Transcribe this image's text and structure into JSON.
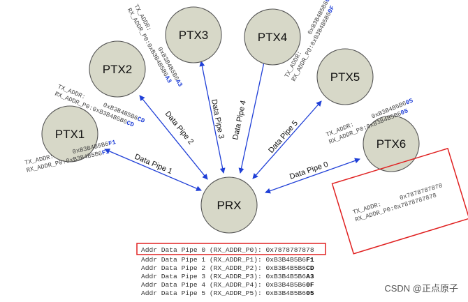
{
  "nodes": {
    "prx": "PRX",
    "ptx1": "PTX1",
    "ptx2": "PTX2",
    "ptx3": "PTX3",
    "ptx4": "PTX4",
    "ptx5": "PTX5",
    "ptx6": "PTX6"
  },
  "pipes": {
    "p0": "Data Pipe 0",
    "p1": "Data Pipe 1",
    "p2": "Data Pipe 2",
    "p3": "Data Pipe 3",
    "p4": "Data Pipe 4",
    "p5": "Data Pipe 5"
  },
  "addresses": {
    "tx_label": "TX_ADDR:",
    "rx_label": "RX_ADDR_P0:",
    "base": "0xB3B4B5B6",
    "ptx1_tx": "0xB3B4B5B6",
    "ptx1_tx_suffix": "F1",
    "ptx1_rx": "0xB3B4B5B6",
    "ptx1_rx_suffix": "F1",
    "ptx2_tx_suffix": "CD",
    "ptx2_rx_suffix": "CD",
    "ptx3_tx_suffix": "A3",
    "ptx3_rx_suffix": "A3",
    "ptx4_tx_suffix": "0F",
    "ptx4_rx_suffix": "0F",
    "ptx5_tx_suffix": "05",
    "ptx5_rx_suffix": "05",
    "ptx6_tx": "0x7878787878",
    "ptx6_rx": "0x7878787878"
  },
  "table": {
    "rows": [
      {
        "label": "Addr Data Pipe 0 (RX_ADDR_P0):",
        "value": "0x7878787878",
        "suffix": ""
      },
      {
        "label": "Addr Data Pipe 1 (RX_ADDR_P1):",
        "value": "0xB3B4B5B6",
        "suffix": "F1"
      },
      {
        "label": "Addr Data Pipe 2 (RX_ADDR_P2):",
        "value": "0xB3B4B5B6",
        "suffix": "CD"
      },
      {
        "label": "Addr Data Pipe 3 (RX_ADDR_P3):",
        "value": "0xB3B4B5B6",
        "suffix": "A3"
      },
      {
        "label": "Addr Data Pipe 4 (RX_ADDR_P4):",
        "value": "0xB3B4B5B6",
        "suffix": "0F"
      },
      {
        "label": "Addr Data Pipe 5 (RX_ADDR_P5):",
        "value": "0xB3B4B5B6",
        "suffix": "05"
      }
    ]
  },
  "watermark": "CSDN @正点原子",
  "colors": {
    "node_fill": "#d7d8c8",
    "arrow": "#1f3fd7",
    "highlight": "#e02020"
  }
}
